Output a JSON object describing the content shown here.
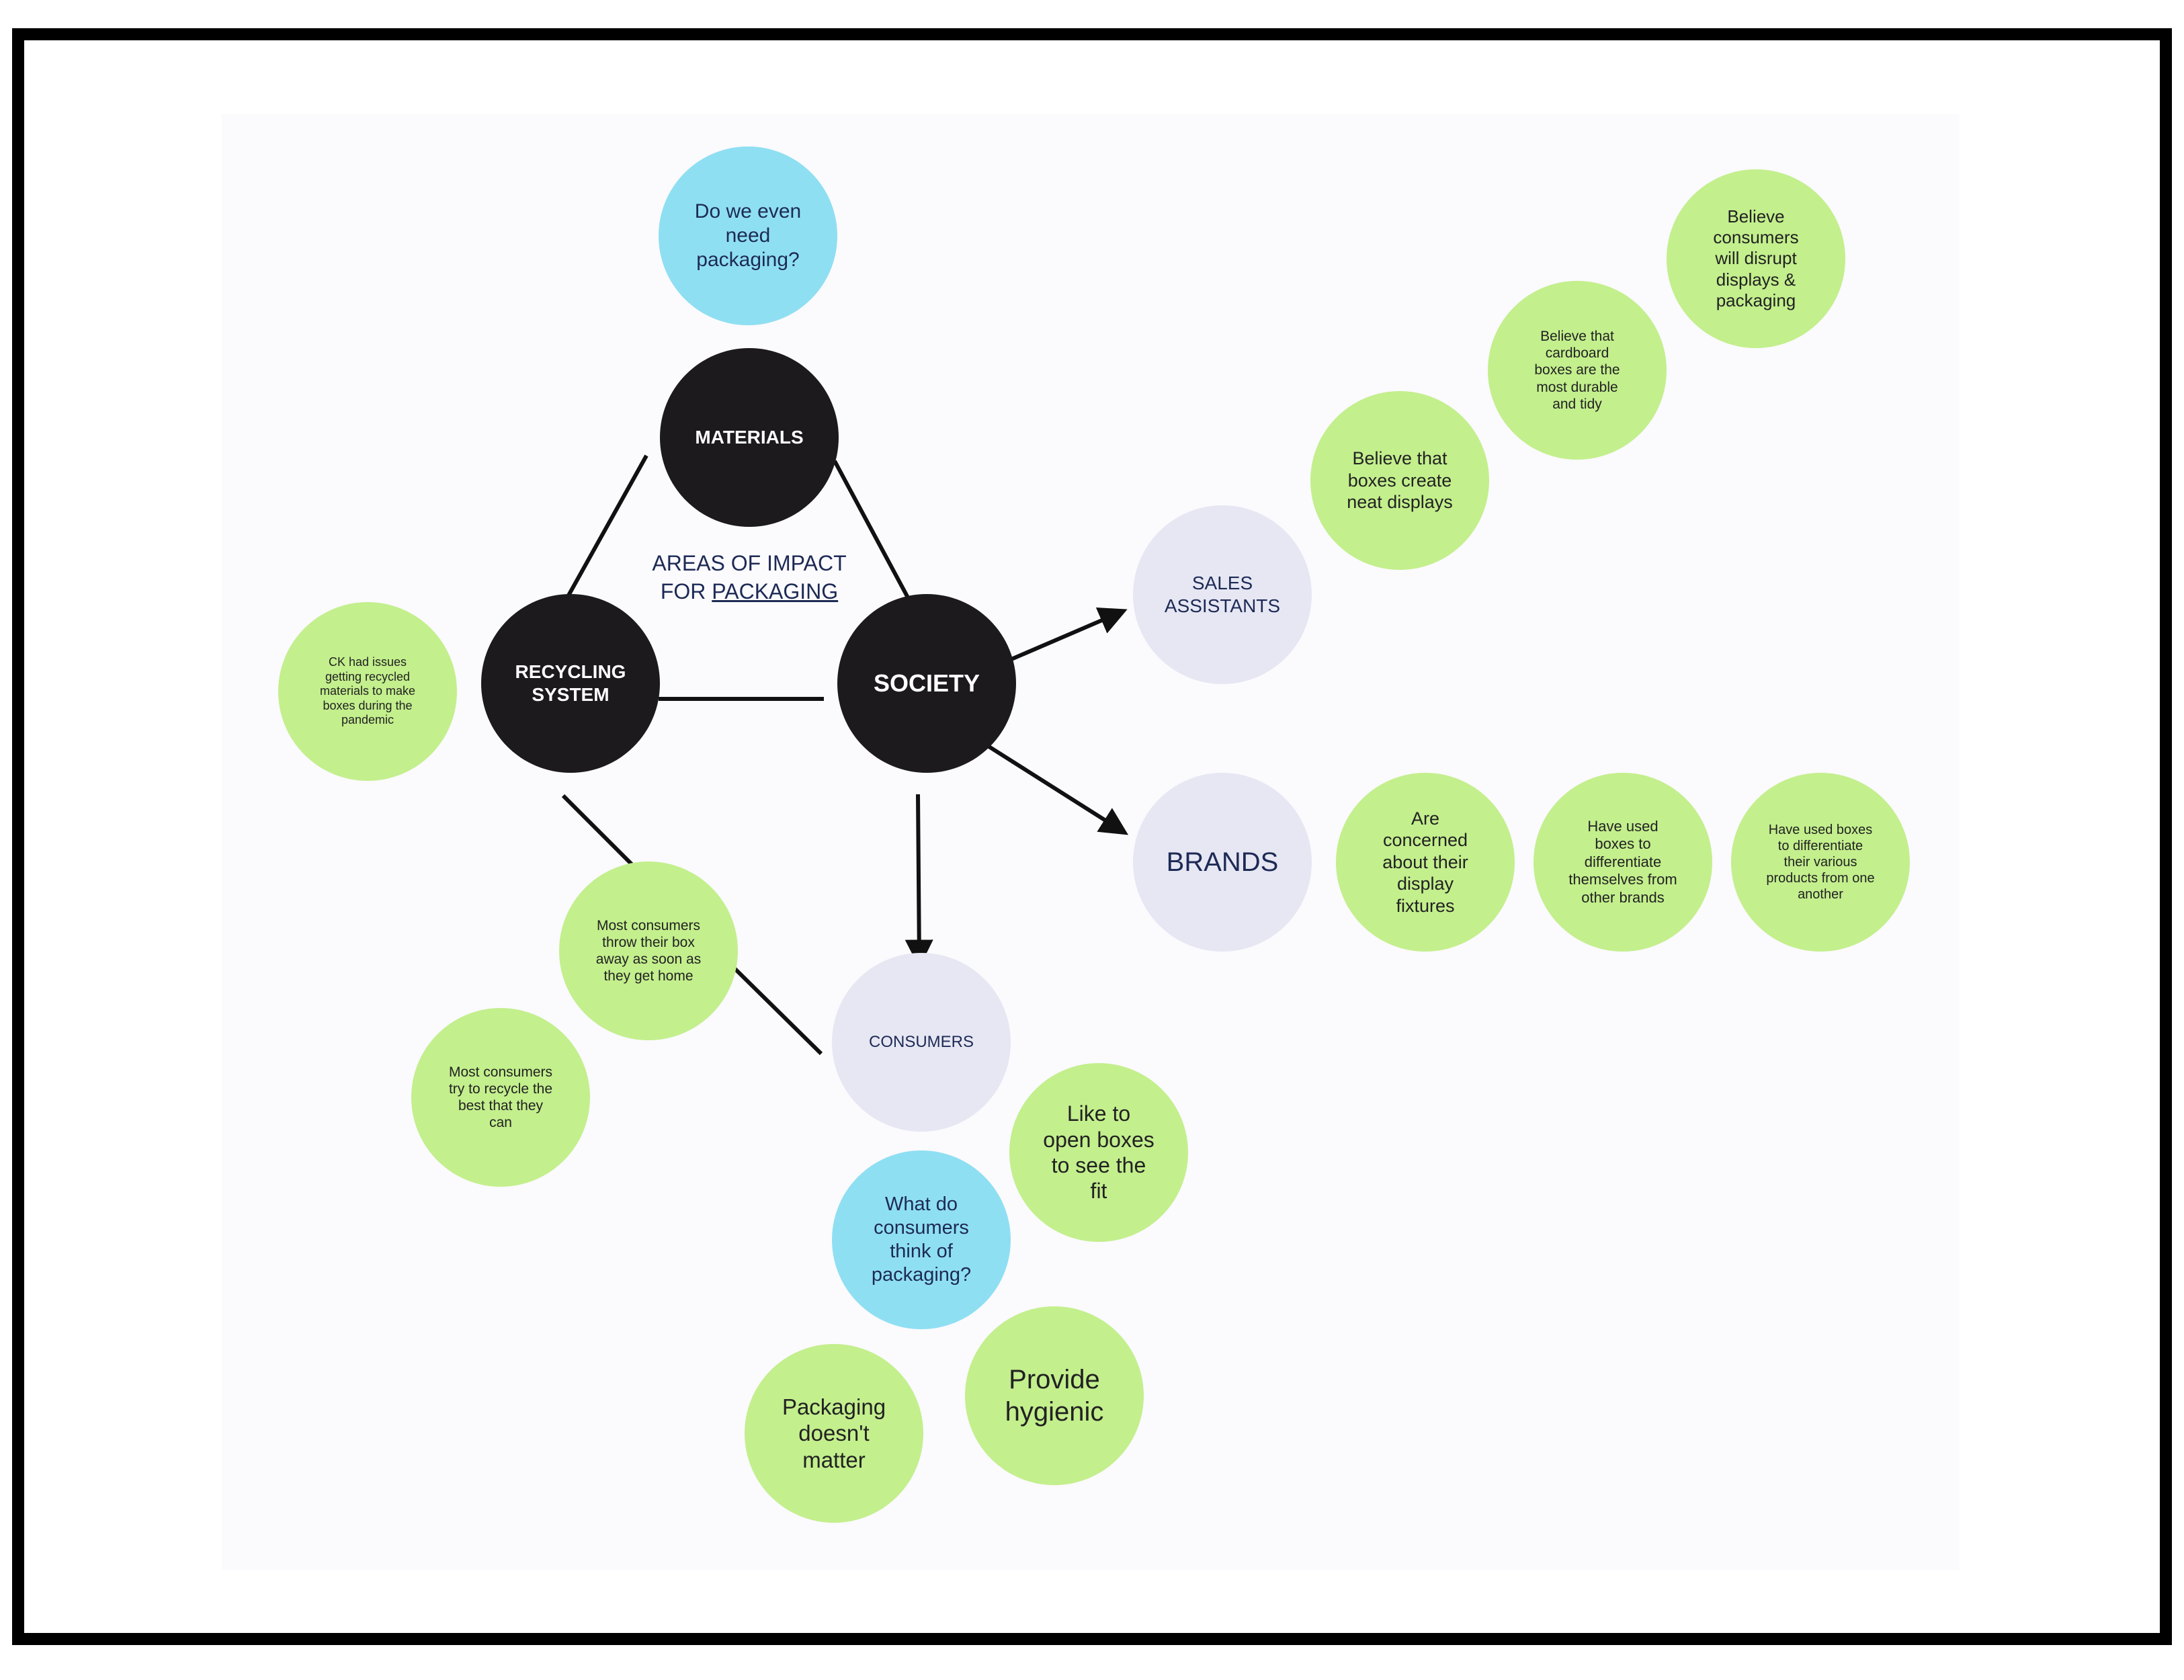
{
  "diagram": {
    "center_label": {
      "line1": "AREAS OF IMPACT",
      "line2_prefix": "FOR ",
      "line2_link": "PACKAGING"
    },
    "core": {
      "materials": "MATERIALS",
      "recycling": "RECYCLING\nSYSTEM",
      "society": "SOCIETY"
    },
    "groups": {
      "sales": "SALES\nASSISTANTS",
      "brands": "BRANDS",
      "consumers": "CONSUMERS"
    },
    "questions": {
      "need_packaging": "Do we even\nneed\npackaging?",
      "consumers_think": "What do\nconsumers\nthink of\npackaging?"
    },
    "notes": {
      "ck_issues": "CK had issues\ngetting recycled\nmaterials to make\nboxes during the\npandemic",
      "throw_box": "Most consumers\nthrow their box\naway as soon as\nthey get home",
      "try_recycle": "Most consumers\ntry to recycle the\nbest that they\ncan",
      "neat_displays": "Believe that\nboxes create\nneat displays",
      "cardboard_durable": "Believe that\ncardboard\nboxes are the\nmost durable\nand tidy",
      "disrupt_displays": "Believe\nconsumers\nwill disrupt\ndisplays &\npackaging",
      "display_fixtures": "Are\nconcerned\nabout their\ndisplay\nfixtures",
      "differentiate_brands": "Have used\nboxes to\ndifferentiate\nthemselves from\nother brands",
      "differentiate_products": "Have used boxes\nto differentiate\ntheir various\nproducts from one\nanother",
      "open_boxes": "Like to\nopen boxes\nto see the\nfit",
      "hygienic": "Provide\nhygienic",
      "doesnt_matter": "Packaging\ndoesn't\nmatter"
    }
  }
}
